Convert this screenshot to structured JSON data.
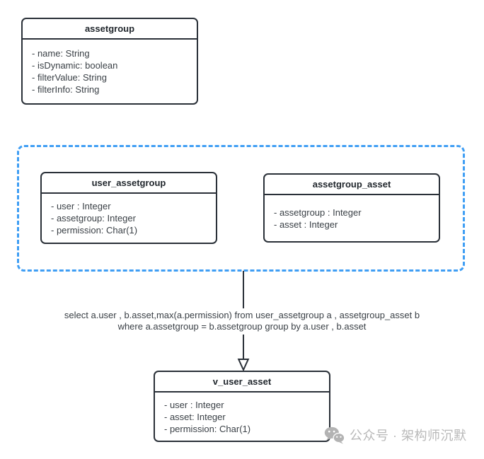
{
  "diagram": {
    "classes": {
      "assetgroup": {
        "title": "assetgroup",
        "fields": [
          "- name: String",
          "- isDynamic: boolean",
          "- filterValue: String",
          "- filterInfo: String"
        ]
      },
      "user_assetgroup": {
        "title": "user_assetgroup",
        "fields": [
          "- user : Integer",
          "- assetgroup: Integer",
          "- permission: Char(1)"
        ]
      },
      "assetgroup_asset": {
        "title": "assetgroup_asset",
        "fields": [
          "- assetgroup : Integer",
          "- asset : Integer"
        ]
      },
      "v_user_asset": {
        "title": "v_user_asset",
        "fields": [
          "- user : Integer",
          "- asset: Integer",
          "- permission: Char(1)"
        ]
      }
    },
    "sql_annotation": {
      "line1": "select a.user , b.asset,max(a.permission) from user_assetgroup a , assetgroup_asset b",
      "line2": "where a.assetgroup = b.assetgroup group by a.user , b.asset"
    },
    "watermark": {
      "icon": "wechat-icon",
      "text": "公众号 · 架构师沉默"
    },
    "colors": {
      "box_border": "#2a3038",
      "dashed_border": "#3f9ef4",
      "text": "#3a4046",
      "watermark": "#b9b9b9",
      "background": "#ffffff"
    }
  }
}
